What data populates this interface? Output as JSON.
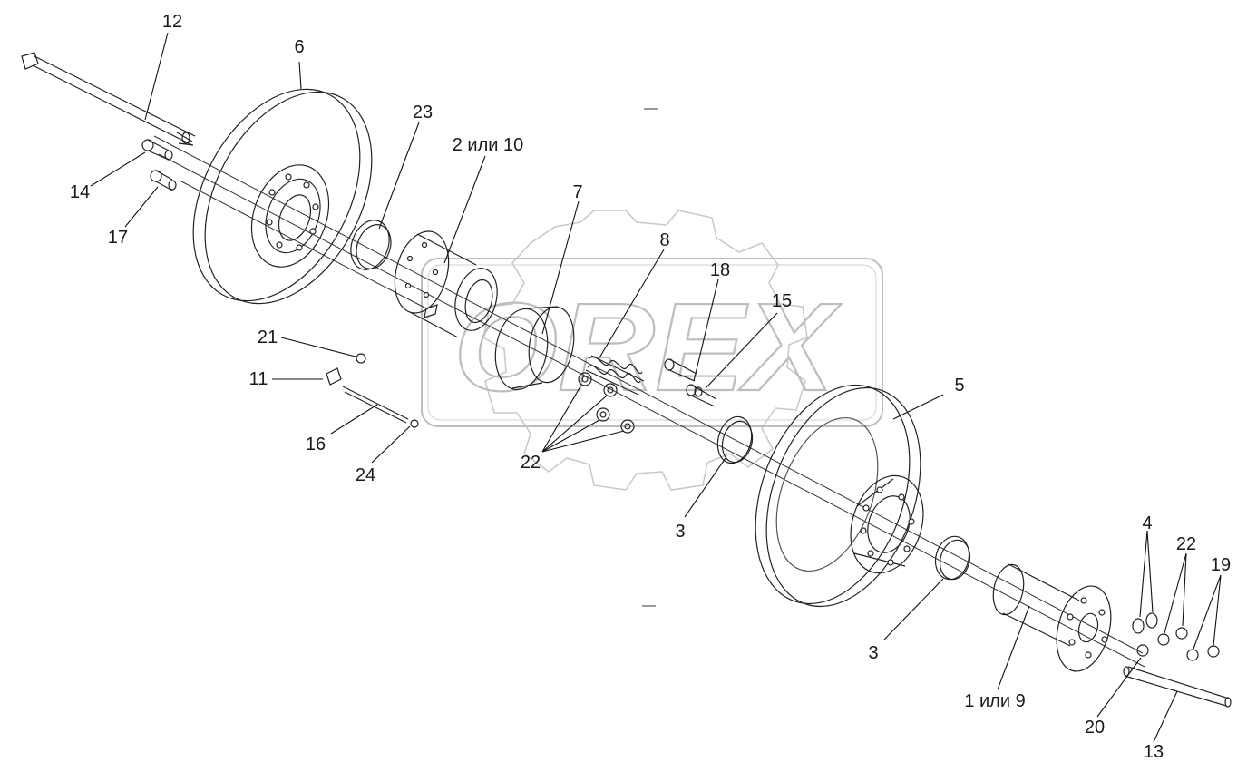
{
  "diagram": {
    "watermark": "OREX",
    "callouts": [
      {
        "id": "c12",
        "text": "12"
      },
      {
        "id": "c6",
        "text": "6"
      },
      {
        "id": "c23",
        "text": "23"
      },
      {
        "id": "c2-10",
        "text": "2 или 10"
      },
      {
        "id": "c14",
        "text": "14"
      },
      {
        "id": "c17",
        "text": "17"
      },
      {
        "id": "c7",
        "text": "7"
      },
      {
        "id": "c8",
        "text": "8"
      },
      {
        "id": "c18",
        "text": "18"
      },
      {
        "id": "c15",
        "text": "15"
      },
      {
        "id": "c21",
        "text": "21"
      },
      {
        "id": "c11",
        "text": "11"
      },
      {
        "id": "c16",
        "text": "16"
      },
      {
        "id": "c24",
        "text": "24"
      },
      {
        "id": "c22a",
        "text": "22"
      },
      {
        "id": "c5",
        "text": "5"
      },
      {
        "id": "c3a",
        "text": "3"
      },
      {
        "id": "c3b",
        "text": "3"
      },
      {
        "id": "c4",
        "text": "4"
      },
      {
        "id": "c22b",
        "text": "22"
      },
      {
        "id": "c19",
        "text": "19"
      },
      {
        "id": "c1-9",
        "text": "1 или 9"
      },
      {
        "id": "c20",
        "text": "20"
      },
      {
        "id": "c13",
        "text": "13"
      }
    ]
  }
}
